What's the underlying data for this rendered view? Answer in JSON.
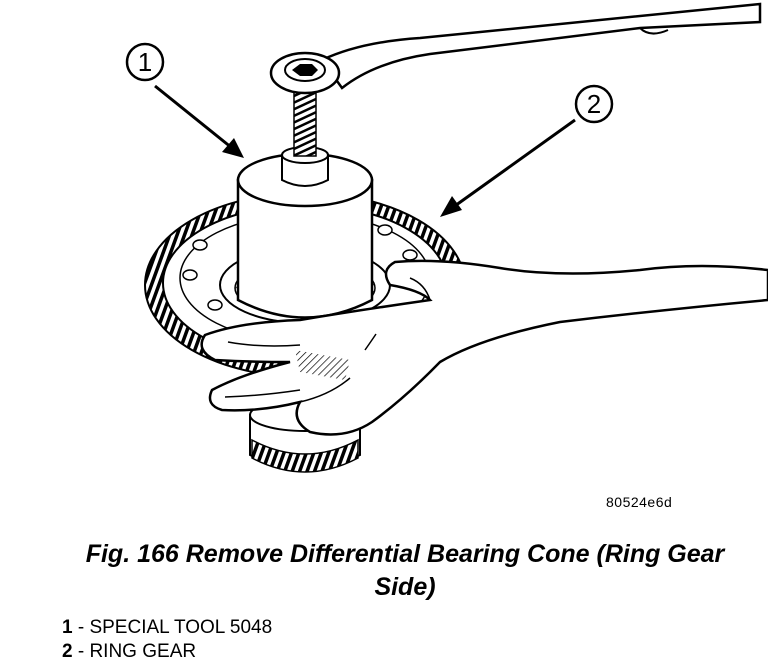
{
  "figure": {
    "callouts": [
      {
        "number": "1"
      },
      {
        "number": "2"
      }
    ],
    "image_code": "80524e6d",
    "caption": "Fig. 166 Remove Differential Bearing Cone (Ring Gear Side)",
    "legend": [
      {
        "number": "1",
        "text": " - SPECIAL TOOL 5048"
      },
      {
        "number": "2",
        "text": " - RING GEAR"
      }
    ]
  }
}
